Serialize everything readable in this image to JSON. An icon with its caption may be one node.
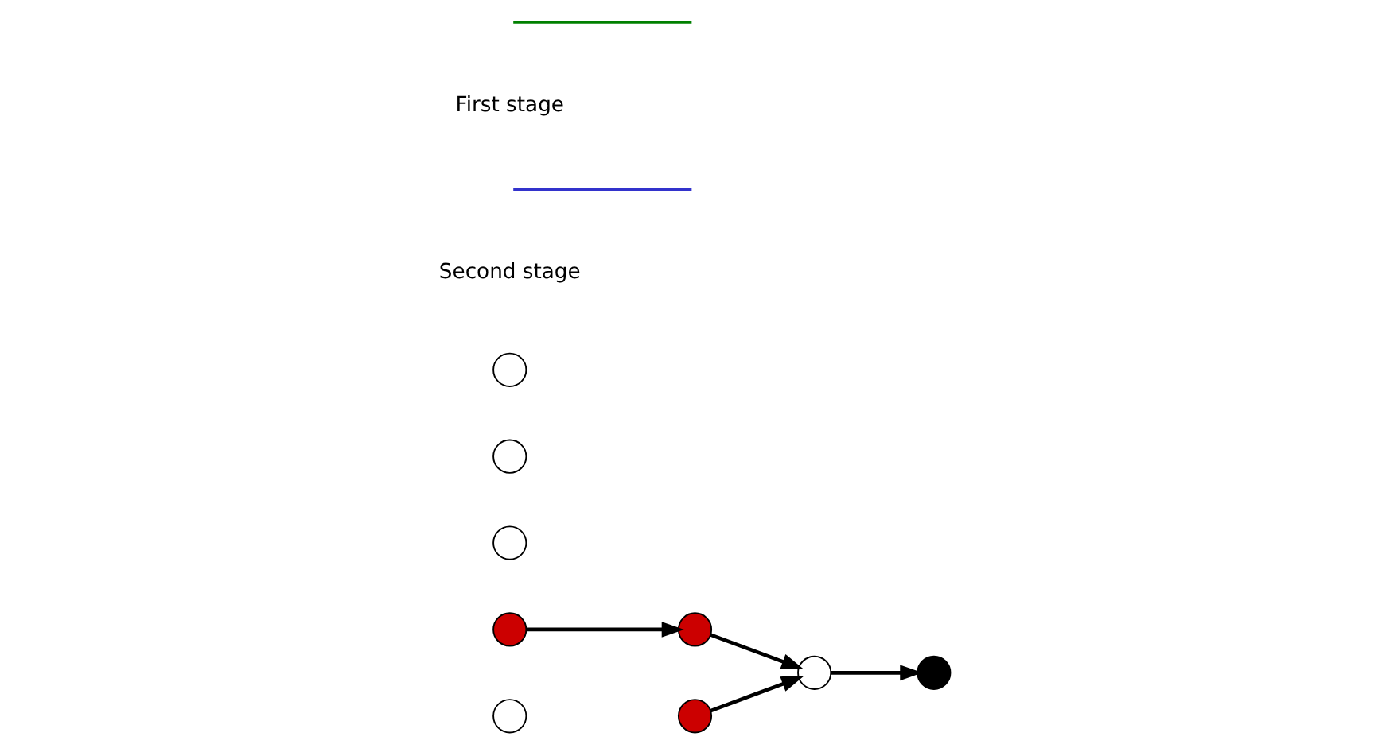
{
  "diagram": {
    "nodes": [
      {
        "text": [],
        "shape": "circle"
      },
      {
        "text": [],
        "shape": "circle"
      },
      {
        "text": [],
        "shape": "circle"
      },
      {
        "text": [],
        "shape": "circle"
      },
      {
        "text": [],
        "shape": "circle"
      },
      {
        "text": [],
        "shape": "circle"
      },
      {
        "text": [],
        "shape": "circle"
      },
      {
        "text": [],
        "shape": "circle"
      },
      {
        "text": [],
        "shape": "circle"
      }
    ],
    "edges": [
      {
        "from": 1,
        "to": 3,
        "arrow": "to"
      },
      {
        "from": 3,
        "to": 5,
        "arrow": "to"
      },
      {
        "from": 5,
        "to": 6,
        "arrow": "to"
      },
      {
        "from": 7,
        "to": 5,
        "arrow": "to"
      }
    ],
    "legend": [
      {
        "text": "First stage"
      },
      {
        "text": "Second stage"
      }
    ]
  }
}
